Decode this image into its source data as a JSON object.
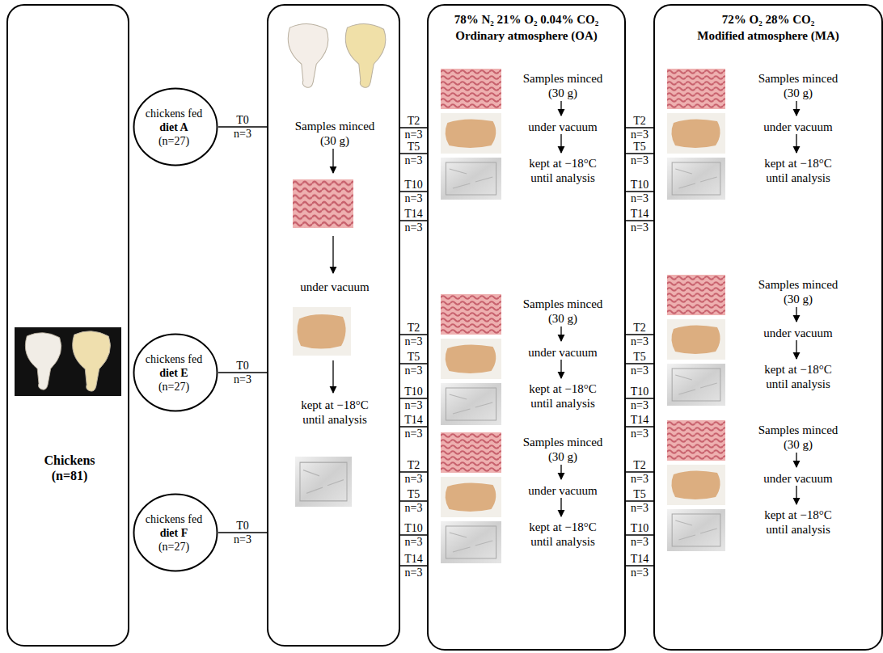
{
  "diagram": {
    "nodes": [
      {
        "text": [
          "Chickens (n=81)"
        ]
      },
      {
        "text": [
          "chickens fed",
          "diet A",
          "(n=27)"
        ]
      },
      {
        "text": [
          "chickens fed",
          "diet E",
          "(n=27)"
        ]
      },
      {
        "text": [
          "chickens fed",
          "diet F",
          "(n=27)"
        ]
      },
      {
        "text": [
          "Samples minced (30 g)",
          "under vacuum",
          "kept at −18°C until analysis"
        ]
      },
      {
        "text": [
          "78% N₂ 21% O₂ 0.04% CO₂",
          "Ordinary atmosphere (OA)",
          "Samples minced (30 g)",
          "under vacuum",
          "kept at −18°C until analysis",
          "Samples minced (30 g)",
          "under vacuum",
          "kept at −18°C until analysis",
          "Samples minced (30 g)",
          "under vacuum",
          "kept at −18°C until analysis"
        ]
      },
      {
        "text": [
          "72% O₂ 28% CO₂",
          "Modified atmosphere (MA)",
          "Samples minced (30 g)",
          "under vacuum",
          "kept at −18°C until analysis",
          "Samples minced (30 g)",
          "under vacuum",
          "kept at −18°C until analysis",
          "Samples minced (30 g)",
          "under vacuum",
          "kept at −18°C until analysis"
        ]
      }
    ],
    "edges": [
      {
        "from": 1,
        "to": 4,
        "arrow": "none",
        "label": "T0"
      },
      {
        "from": 2,
        "to": 4,
        "arrow": "none",
        "label": "T0"
      },
      {
        "from": 3,
        "to": 4,
        "arrow": "none",
        "label": "T0"
      },
      {
        "from": 4,
        "to": 5,
        "arrow": "none",
        "label": "T2"
      },
      {
        "from": 4,
        "to": 5,
        "arrow": "none",
        "label": "T5"
      },
      {
        "from": 4,
        "to": 5,
        "arrow": "none",
        "label": "T10"
      },
      {
        "from": 4,
        "to": 5,
        "arrow": "none",
        "label": "T14"
      },
      {
        "from": 4,
        "to": 5,
        "arrow": "none",
        "label": "T2"
      },
      {
        "from": 4,
        "to": 5,
        "arrow": "none",
        "label": "T5"
      },
      {
        "from": 4,
        "to": 5,
        "arrow": "none",
        "label": "T10"
      },
      {
        "from": 4,
        "to": 5,
        "arrow": "none",
        "label": "T14"
      },
      {
        "from": 4,
        "to": 5,
        "arrow": "none",
        "label": "T2"
      },
      {
        "from": 4,
        "to": 5,
        "arrow": "none",
        "label": "T5"
      },
      {
        "from": 4,
        "to": 5,
        "arrow": "none",
        "label": "T10"
      },
      {
        "from": 4,
        "to": 5,
        "arrow": "none",
        "label": "T14"
      },
      {
        "from": 5,
        "to": 6,
        "arrow": "none",
        "label": "T2"
      },
      {
        "from": 5,
        "to": 6,
        "arrow": "none",
        "label": "T5"
      },
      {
        "from": 5,
        "to": 6,
        "arrow": "none",
        "label": "T10"
      },
      {
        "from": 5,
        "to": 6,
        "arrow": "none",
        "label": "T14"
      },
      {
        "from": 5,
        "to": 6,
        "arrow": "none",
        "label": "T2"
      },
      {
        "from": 5,
        "to": 6,
        "arrow": "none",
        "label": "T5"
      },
      {
        "from": 5,
        "to": 6,
        "arrow": "none",
        "label": "T10"
      },
      {
        "from": 5,
        "to": 6,
        "arrow": "none",
        "label": "T14"
      },
      {
        "from": 5,
        "to": 6,
        "arrow": "none",
        "label": "T2"
      },
      {
        "from": 5,
        "to": 6,
        "arrow": "none",
        "label": "T5"
      },
      {
        "from": 5,
        "to": 6,
        "arrow": "none",
        "label": "T10"
      },
      {
        "from": 5,
        "to": 6,
        "arrow": "none",
        "label": "T14"
      }
    ],
    "labels": [
      "n=3",
      "n=3",
      "n=3",
      "n=3",
      "n=3",
      "n=3",
      "n=3",
      "n=3",
      "n=3",
      "n=3",
      "n=3",
      "n=3",
      "n=3",
      "n=3",
      "n=3",
      "n=3",
      "n=3",
      "n=3",
      "n=3",
      "n=3",
      "n=3",
      "n=3",
      "n=3",
      "n=3",
      "n=3",
      "n=3",
      "n=3"
    ]
  }
}
